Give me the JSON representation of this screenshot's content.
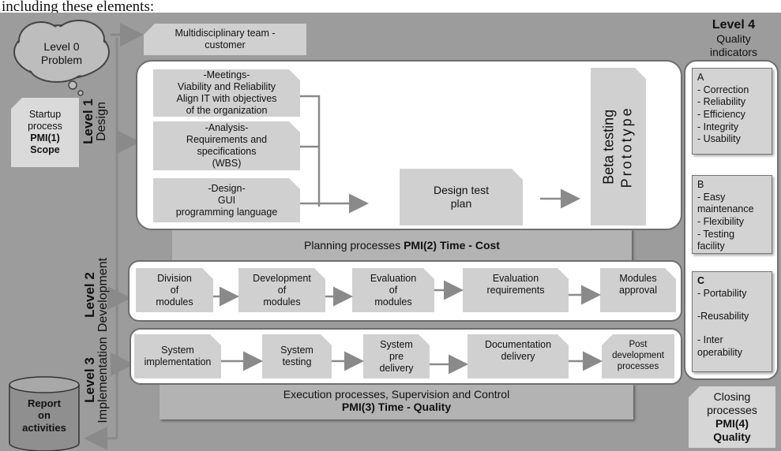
{
  "caption_top": "including these elements:",
  "level0": {
    "line1": "Level 0",
    "line2": "Problem"
  },
  "team_box": {
    "line1": "Multidisciplinary team -",
    "line2": "customer"
  },
  "startup": {
    "line1": "Startup",
    "line2": "process",
    "line3": "PMI(1)",
    "line4": "Scope"
  },
  "level1": {
    "num": "Level 1",
    "name": "Design"
  },
  "level2": {
    "num": "Level 2",
    "name": "Development"
  },
  "level3": {
    "num": "Level 3",
    "name": "Implementation"
  },
  "design_boxes": [
    {
      "line1": "-Meetings-",
      "line2": "Viability and Reliability",
      "line3": "Align IT with objectives",
      "line4": "of the organization"
    },
    {
      "line1": "-Analysis-",
      "line2": "Requirements and",
      "line3": "specifications",
      "line4": "(WBS)"
    },
    {
      "line1": "-Design-",
      "line2": "GUI",
      "line3": "programming language"
    }
  ],
  "design_test": {
    "line1": "Design test",
    "line2": "plan"
  },
  "beta": {
    "line1": "Beta testing",
    "line2": "Prototype"
  },
  "planning": {
    "text": "Planning processes ",
    "bold": "PMI(2) Time - Cost"
  },
  "dev_boxes": [
    {
      "line1": "Division",
      "line2": "of",
      "line3": "modules"
    },
    {
      "line1": "Development",
      "line2": "of",
      "line3": "modules"
    },
    {
      "line1": "Evaluation",
      "line2": "of",
      "line3": "modules"
    },
    {
      "line1": "Evaluation",
      "line2": "requirements"
    },
    {
      "line1": "Modules",
      "line2": "approval"
    }
  ],
  "impl_boxes": [
    {
      "line1": "System",
      "line2": "implementation"
    },
    {
      "line1": "System",
      "line2": "testing"
    },
    {
      "line1": "System",
      "line2": "pre",
      "line3": "delivery"
    },
    {
      "line1": "Documentation",
      "line2": "delivery"
    },
    {
      "line1": "Post",
      "line2": "development",
      "line3": "processes"
    }
  ],
  "execution": {
    "line1": "Execution processes, Supervision and Control",
    "line2": "PMI(3) Time - Quality"
  },
  "report": {
    "line1": "Report",
    "line2": "on",
    "line3": "activities"
  },
  "level4": {
    "title": "Level 4",
    "line1": "Quality",
    "line2": "indicators"
  },
  "quality_a": {
    "head": "A",
    "items": [
      "- Correction",
      "- Reliability",
      "- Efficiency",
      "- Integrity",
      "- Usability"
    ]
  },
  "quality_b": {
    "head": "B",
    "items": [
      "- Easy",
      "maintenance",
      "- Flexibility",
      "- Testing",
      "facility"
    ]
  },
  "quality_c": {
    "head": "C",
    "items": [
      "- Portability",
      "",
      "-Reusability",
      "",
      "- Inter",
      "operability"
    ]
  },
  "closing": {
    "line1": "Closing",
    "line2": "processes",
    "line3": "PMI(4)",
    "line4": "Quality"
  }
}
